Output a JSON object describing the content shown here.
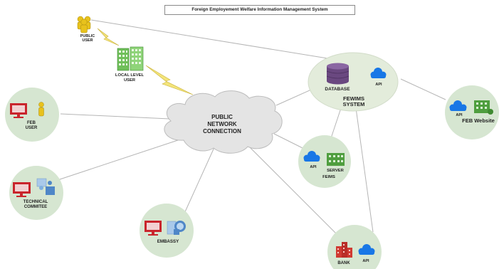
{
  "title": "Foreign Employement Welfare Information Management System",
  "public_user": {
    "line1": "PUBLIC",
    "line2": "USER",
    "icon": "users-group-icon"
  },
  "local_level_user": {
    "line1": "LOCAL LEVEL",
    "line2": "USER",
    "icon": "buildings-icon"
  },
  "public_network": {
    "line1": "PUBLIC",
    "line2": "NETWORK",
    "line3": "CONNECTION",
    "icon": "cloud-icon"
  },
  "fewims_system": {
    "database_label": "DATABASE",
    "api_label": "API",
    "system_line1": "FEWIMS",
    "system_line2": "SYSTEM"
  },
  "feb_user": {
    "line1": "FEB",
    "line2": "USER"
  },
  "feb_website": {
    "api_label": "API",
    "label": "FEB Website"
  },
  "fewims_server": {
    "api_label": "API",
    "server_label": "SERVER",
    "label": "FEIMS"
  },
  "technical_committee": {
    "line1": "TECHNICAL",
    "line2": "COMMITEE"
  },
  "embassy": {
    "label": "EMBASSY"
  },
  "bank": {
    "label": "BANK",
    "api_label": "API"
  },
  "colors": {
    "node_fill": "#dbe8d6",
    "cloud_fill": "#e4e4e4",
    "link": "#b5b5b5",
    "lightning": "#f3e47a",
    "api_cloud": "#1877e6",
    "building_green": "#4f9e3f",
    "person_yellow": "#e8c21c",
    "monitor_red": "#c9252c",
    "database_purple": "#6a4880",
    "bank_red": "#d03a32"
  }
}
